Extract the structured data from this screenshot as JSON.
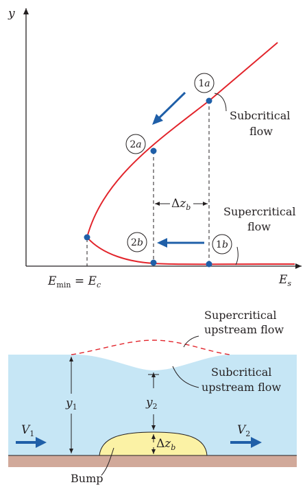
{
  "top": {
    "y_axis": "y",
    "x_axis": {
      "main": "E",
      "sub": "s"
    },
    "emin": {
      "e": "E",
      "min": "min",
      "eq": " = ",
      "ec": "E",
      "c": "c"
    },
    "subcritical": [
      "Subcritical",
      "flow"
    ],
    "supercritical": [
      "Supercritical",
      "flow"
    ],
    "delta_zb": {
      "delta": "Δ",
      "z": "z",
      "b": "b"
    },
    "points": {
      "p1a": {
        "num": "1",
        "let": "a"
      },
      "p2a": {
        "num": "2",
        "let": "a"
      },
      "p2b": {
        "num": "2",
        "let": "b"
      },
      "p1b": {
        "num": "1",
        "let": "b"
      }
    }
  },
  "bottom": {
    "supercritical_up": [
      "Supercritical",
      "upstream flow"
    ],
    "subcritical_up": [
      "Subcritical",
      "upstream flow"
    ],
    "y1": {
      "main": "y",
      "sub": "1"
    },
    "y2": {
      "main": "y",
      "sub": "2"
    },
    "v1": {
      "main": "V",
      "sub": "1"
    },
    "v2": {
      "main": "V",
      "sub": "2"
    },
    "dzb": {
      "delta": "Δ",
      "z": "z",
      "b": "b"
    },
    "bump": "Bump"
  },
  "colors": {
    "curve": "#e2242b",
    "point": "#1f5fa8",
    "arrow": "#1f5fa8",
    "water": "#c6e6f5",
    "bump": "#fbf2a5",
    "ground": "#d1a99a"
  }
}
